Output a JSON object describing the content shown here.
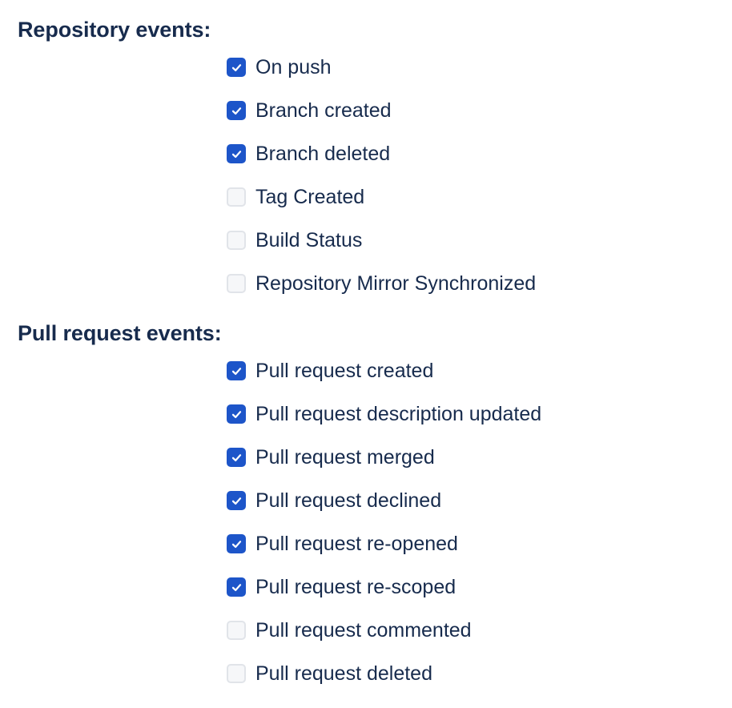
{
  "repository_section": {
    "heading": "Repository events:",
    "options": [
      {
        "label": "On push",
        "checked": true
      },
      {
        "label": "Branch created",
        "checked": true
      },
      {
        "label": "Branch deleted",
        "checked": true
      },
      {
        "label": "Tag Created",
        "checked": false
      },
      {
        "label": "Build Status",
        "checked": false
      },
      {
        "label": "Repository Mirror Synchronized",
        "checked": false
      }
    ]
  },
  "pull_request_section": {
    "heading": "Pull request events:",
    "options": [
      {
        "label": "Pull request created",
        "checked": true
      },
      {
        "label": "Pull request description updated",
        "checked": true
      },
      {
        "label": "Pull request merged",
        "checked": true
      },
      {
        "label": "Pull request declined",
        "checked": true
      },
      {
        "label": "Pull request re-opened",
        "checked": true
      },
      {
        "label": "Pull request re-scoped",
        "checked": true
      },
      {
        "label": "Pull request commented",
        "checked": false
      },
      {
        "label": "Pull request deleted",
        "checked": false
      }
    ]
  },
  "colors": {
    "checked_fill": "#1d55c9",
    "unchecked_fill": "#f6f7f9",
    "unchecked_border": "#e1e4e9",
    "text": "#172b4d"
  },
  "icons": {
    "checked": "checkmark-icon"
  }
}
